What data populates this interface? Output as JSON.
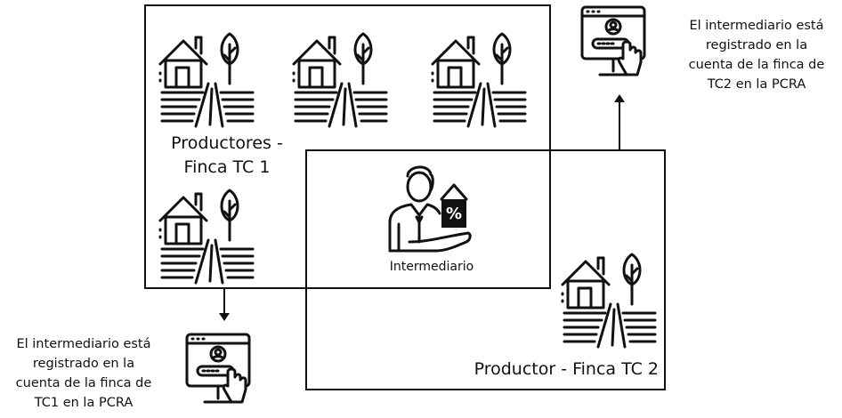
{
  "group_tc1": {
    "title_line1": "Productores -",
    "title_line2": "Finca TC 1"
  },
  "group_tc2": {
    "title": "Productor - Finca TC 2"
  },
  "intermediary": {
    "label": "Intermediario",
    "badge_symbol": "%"
  },
  "note_tc2": {
    "lines": [
      "El intermediario está",
      "registrado en la",
      "cuenta de la finca de",
      "TC2 en la PCRA"
    ]
  },
  "note_tc1": {
    "lines": [
      "El intermediario está",
      "registrado en la",
      "cuenta de la finca de",
      "TC1 en la PCRA"
    ]
  },
  "icons": {
    "farm": "farm-house-tree-field-icon",
    "computer": "computer-user-login-icon",
    "person": "intermediary-person-icon"
  }
}
